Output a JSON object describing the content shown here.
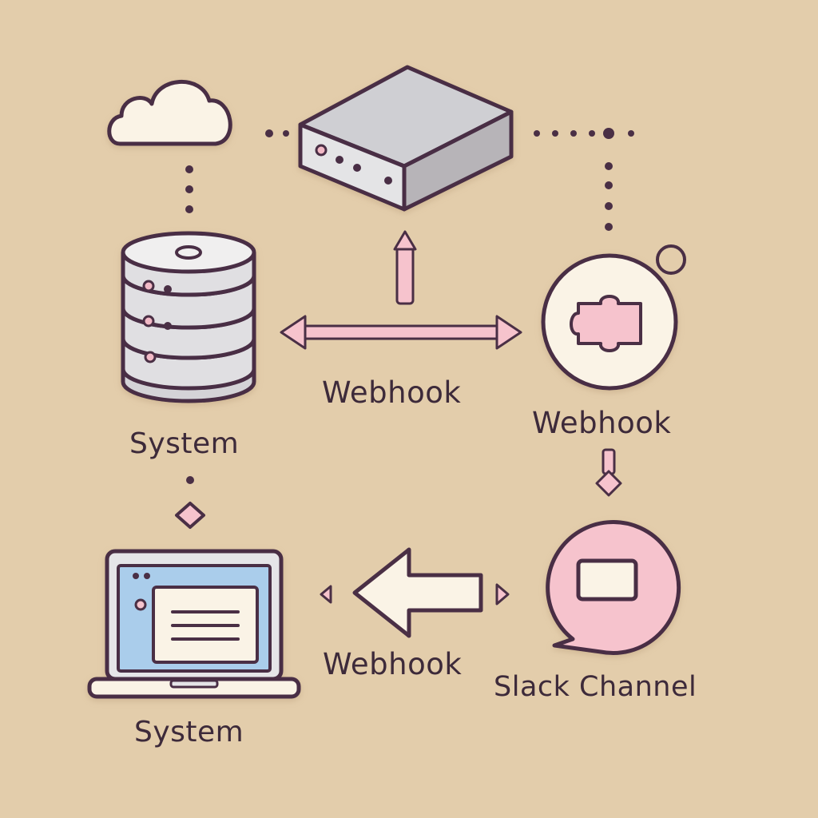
{
  "labels": {
    "database_system": "System",
    "center_webhook": "Webhook",
    "right_webhook": "Webhook",
    "bottom_webhook": "Webhook",
    "laptop_system": "System",
    "slack_channel": "Slack Channel"
  },
  "icons": {
    "cloud": "cloud-icon",
    "server": "server-box-icon",
    "database": "database-icon",
    "webhook": "puzzle-piece-icon",
    "laptop": "laptop-icon",
    "slack": "speech-bubble-icon"
  },
  "colors": {
    "background": "#e3cdab",
    "outline": "#4a2f45",
    "device_gray": "#dcdcde",
    "device_gray_dark": "#b7b4b8",
    "accent_pink": "#f6c3cd",
    "light_fill": "#faf3e6",
    "screen_blue": "#aacdeb"
  }
}
